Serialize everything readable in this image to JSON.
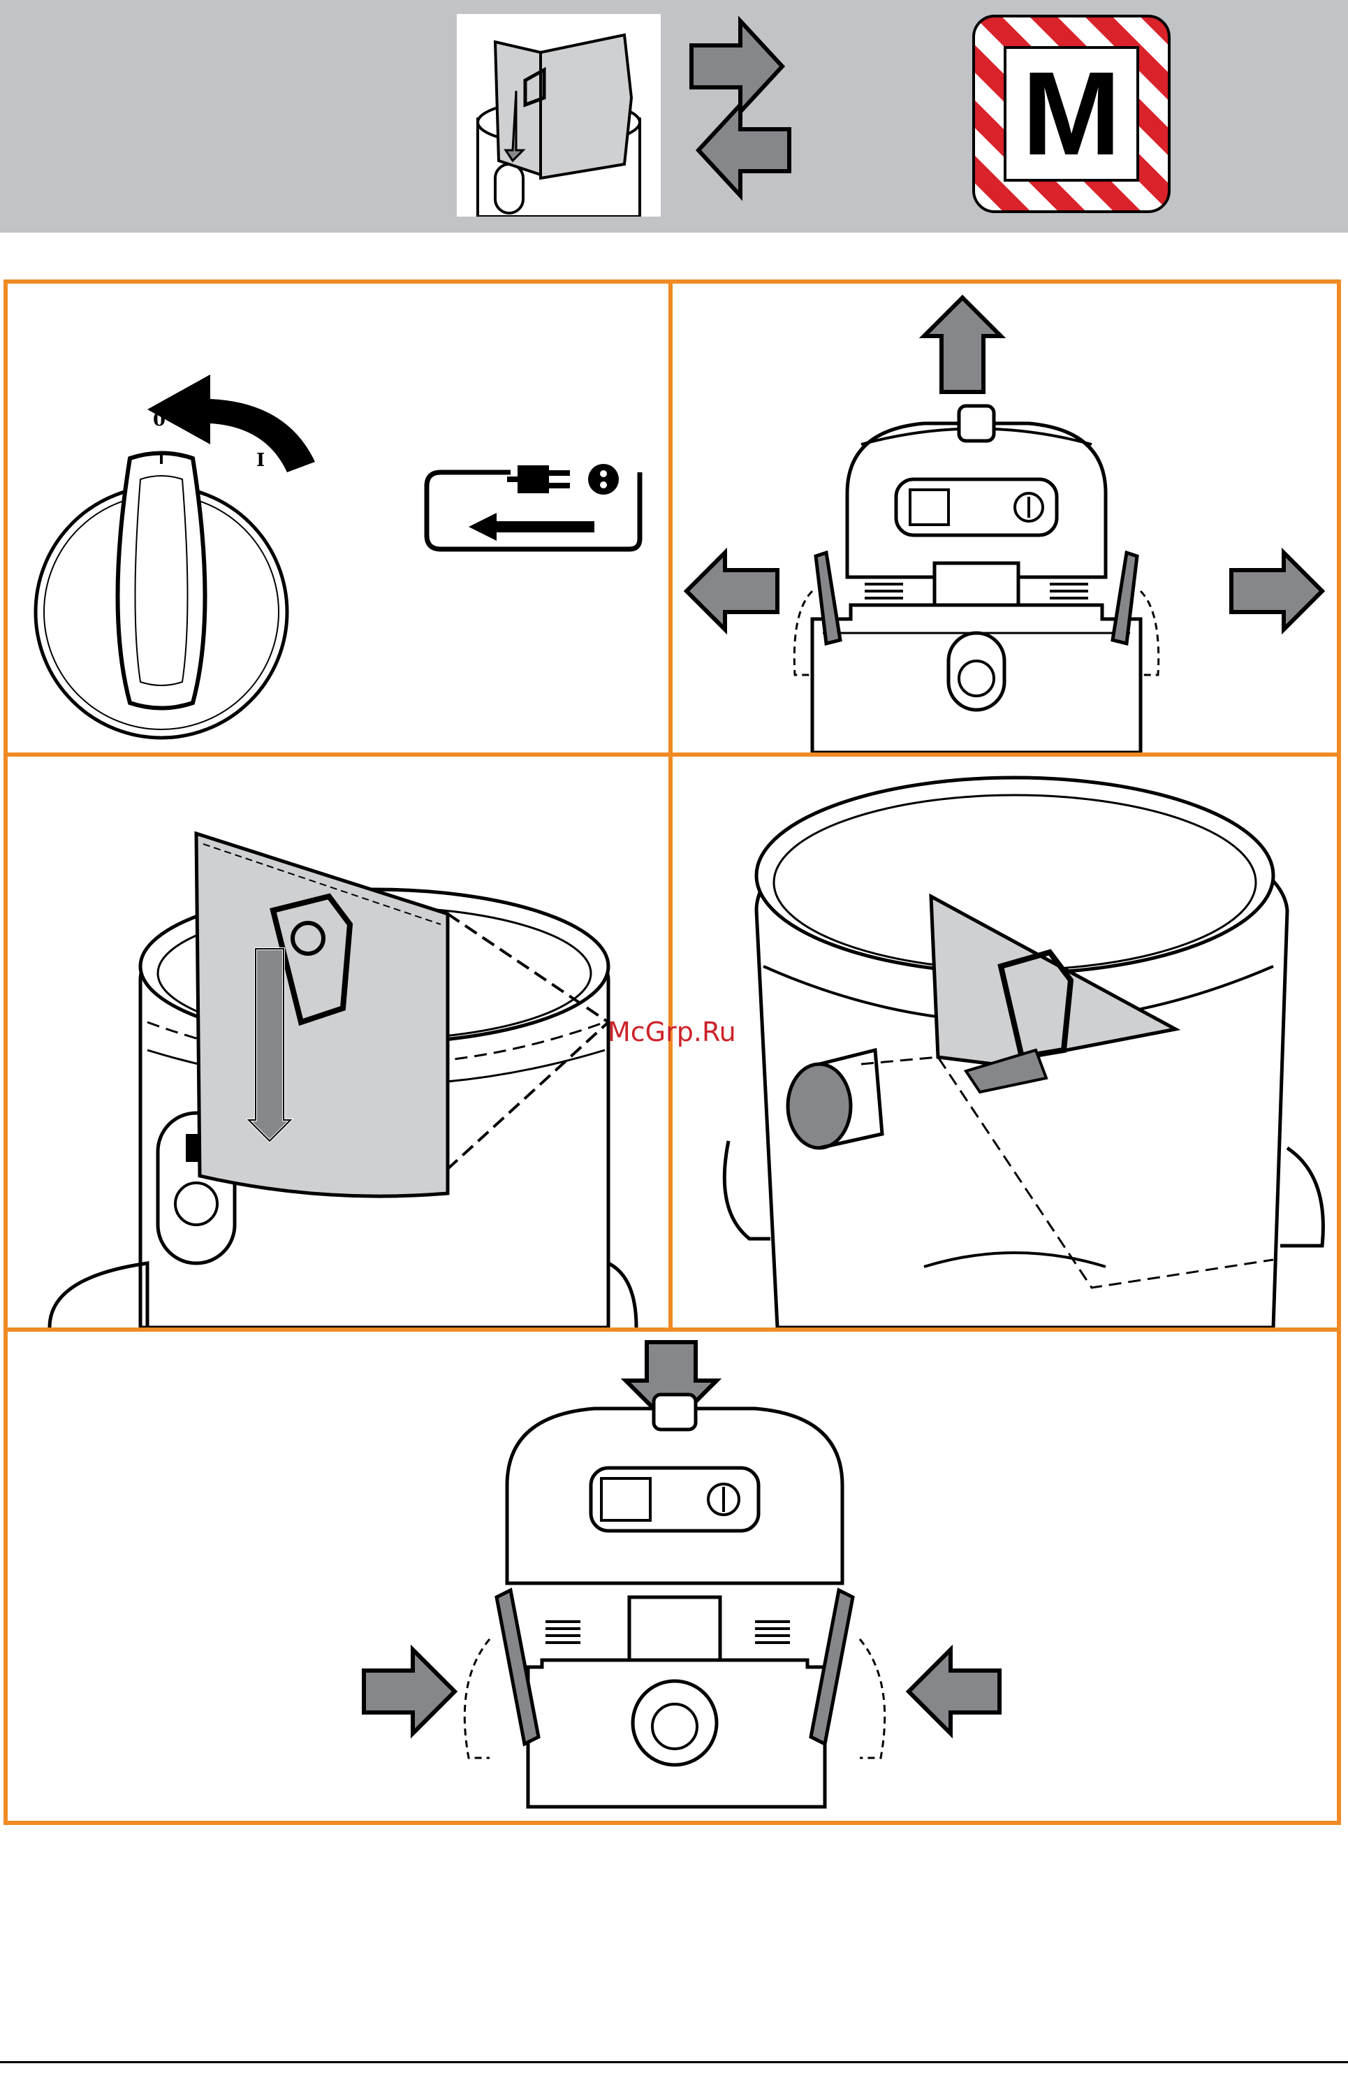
{
  "header": {
    "badge_letter": "M",
    "badge_stripe_color": "#d9222a",
    "background_color": "#c2c3c6"
  },
  "panels": {
    "switch_off": {
      "dial_labels": {
        "off": "0",
        "on": "I"
      },
      "icon": "unplug-icon"
    },
    "release_clips": {
      "icon": "open-latches-icon"
    },
    "insert_bag": {
      "icon": "filter-bag-icon"
    },
    "fit_bag": {
      "icon": "bag-fitting-icon"
    },
    "close_clips": {
      "icon": "close-latches-icon"
    }
  },
  "watermark": {
    "text": "McGrp.Ru",
    "color": "#cc2229"
  },
  "colors": {
    "frame": "#f08a24",
    "arrow_fill": "#86878a",
    "bag_fill": "#cfd0d2"
  }
}
